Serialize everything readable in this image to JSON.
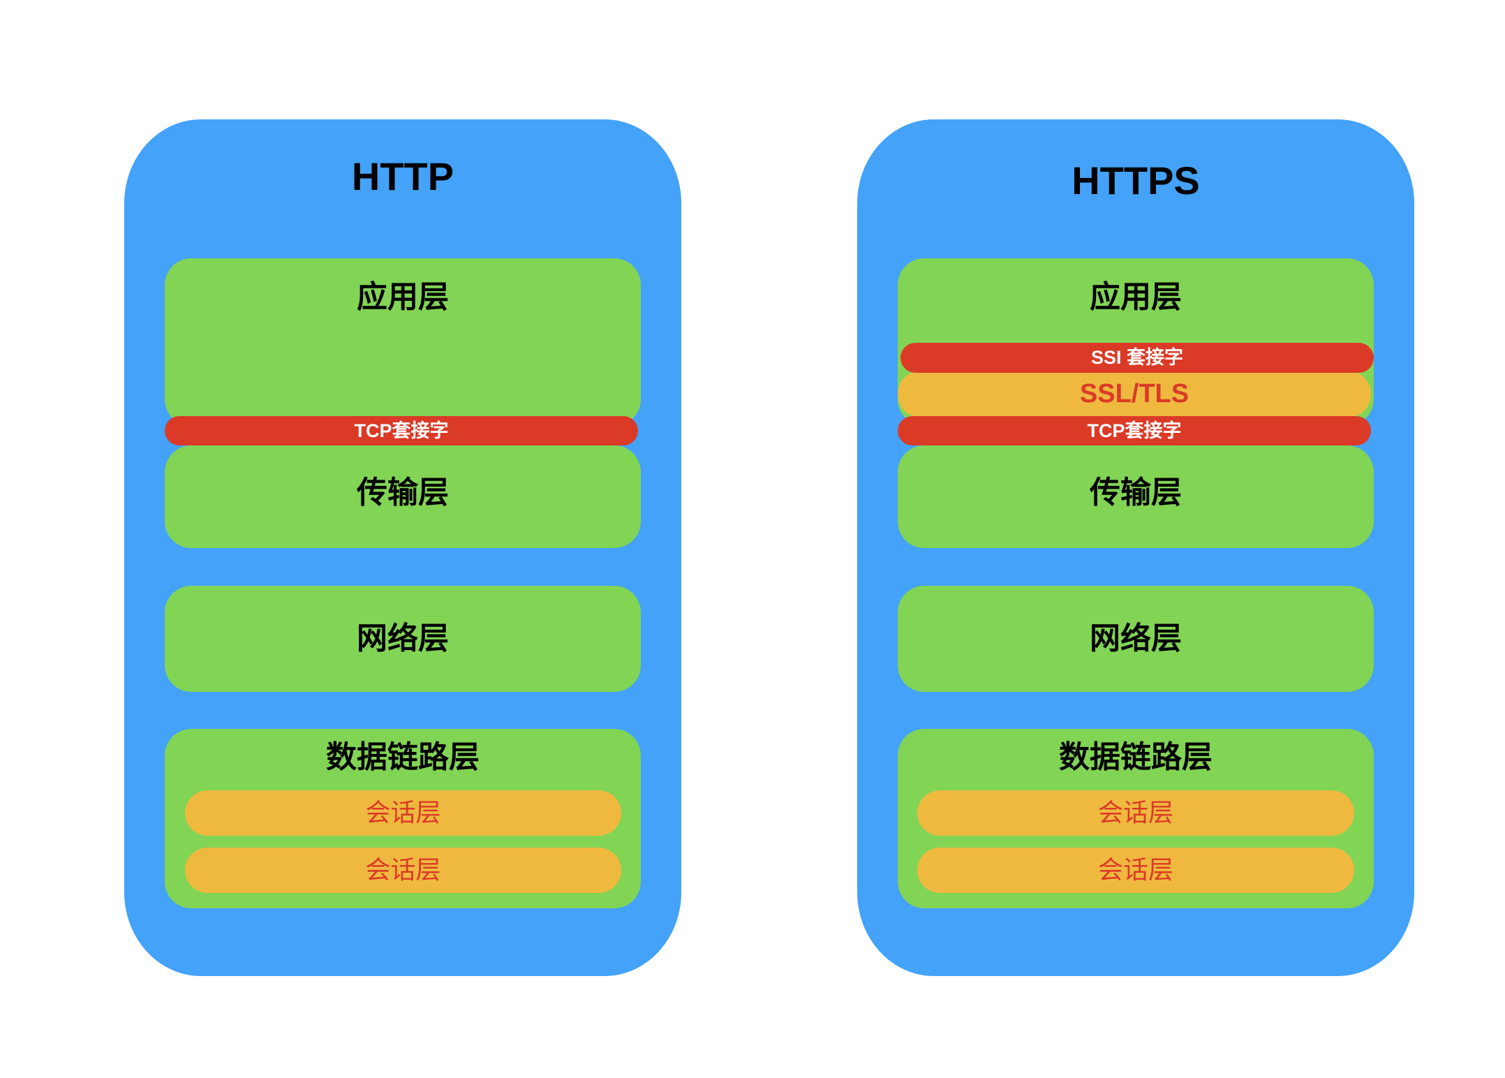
{
  "colors": {
    "container": "#44A2F8",
    "layer": "#82D455",
    "socket": "#DB3A26",
    "inner": "#EFB940",
    "text_dark": "#000000",
    "text_light": "#FFFFFF",
    "text_accent": "#DB3A26"
  },
  "http": {
    "title": "HTTP",
    "application_layer": "应用层",
    "tcp_socket": "TCP套接字",
    "transport_layer": "传输层",
    "network_layer": "网络层",
    "datalink_layer": "数据链路层",
    "session_layers": [
      "会话层",
      "会话层"
    ]
  },
  "https": {
    "title": "HTTPS",
    "application_layer": "应用层",
    "ssl_socket": "SSI 套接字",
    "ssl_tls": "SSL/TLS",
    "tcp_socket": "TCP套接字",
    "transport_layer": "传输层",
    "network_layer": "网络层",
    "datalink_layer": "数据链路层",
    "session_layers": [
      "会话层",
      "会话层"
    ]
  }
}
